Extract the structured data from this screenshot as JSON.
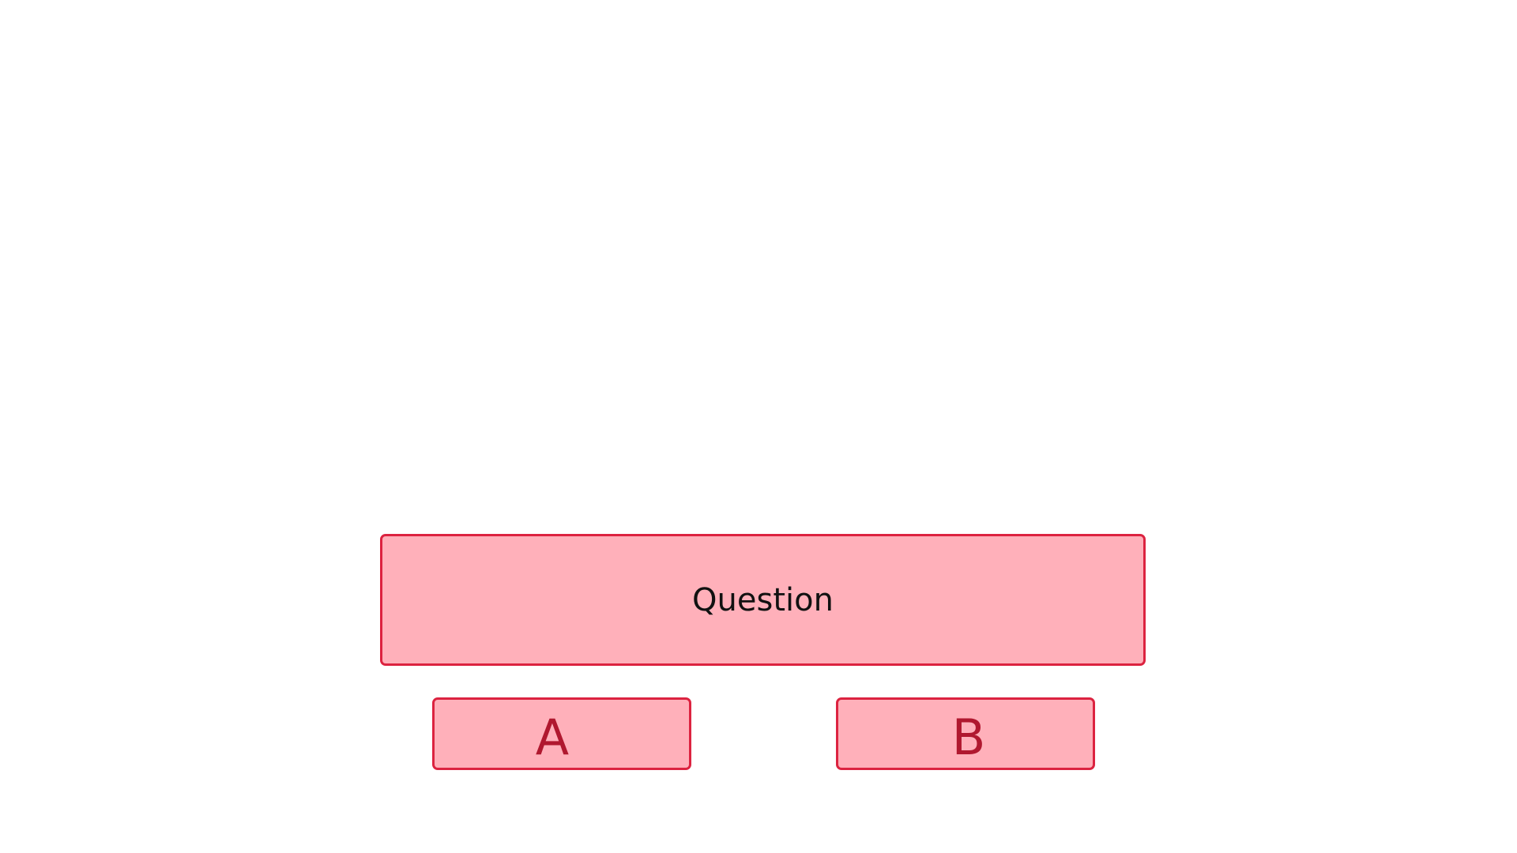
{
  "question": {
    "text": "Question"
  },
  "answers": [
    {
      "label": "A"
    },
    {
      "label": "B"
    }
  ],
  "colors": {
    "box_fill": "#ffb0ba",
    "box_border": "#dc2340",
    "answer_text": "#b0182f",
    "question_text": "#111111",
    "background": "#ffffff"
  }
}
